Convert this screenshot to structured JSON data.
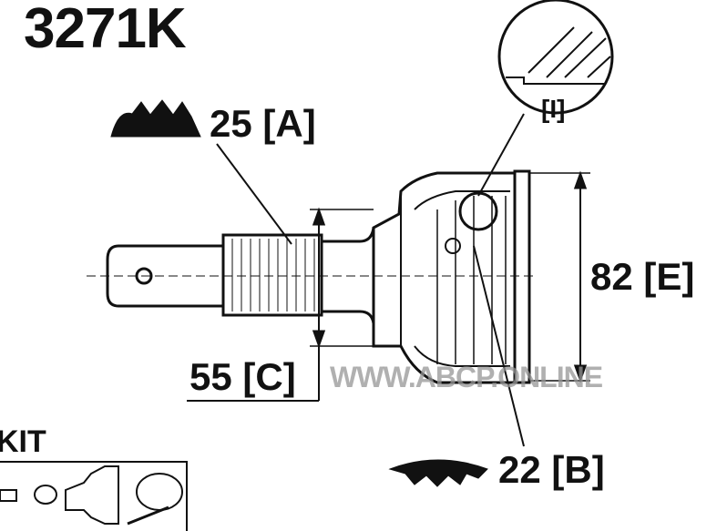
{
  "title": "3271K",
  "labels": {
    "outer_spline": "25 [A]",
    "detail": "[I]",
    "outer_diameter": "82 [E]",
    "seal_diameter": "55 [C]",
    "inner_spline": "22 [B]"
  },
  "kit_label": "KIT",
  "watermark": "WWW.ABCP.ONLINE"
}
